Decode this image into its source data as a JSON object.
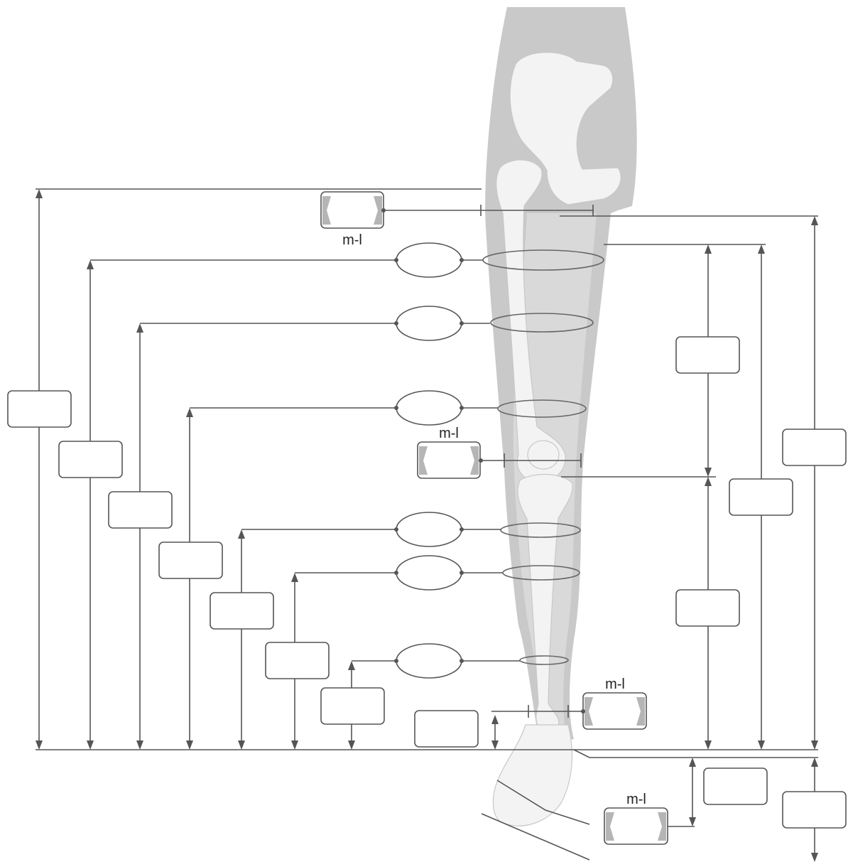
{
  "labels": {
    "ml_hip": "m-l",
    "ml_knee": "m-l",
    "ml_ankle": "m-l",
    "ml_foot": "m-l"
  },
  "colors": {
    "silhouette": "#c9c9c9",
    "silhouette_light": "#dcdcdc",
    "bone": "#f3f3f3",
    "line": "#555555"
  },
  "icons": {
    "box_notch": "gray-chevron-notch"
  }
}
